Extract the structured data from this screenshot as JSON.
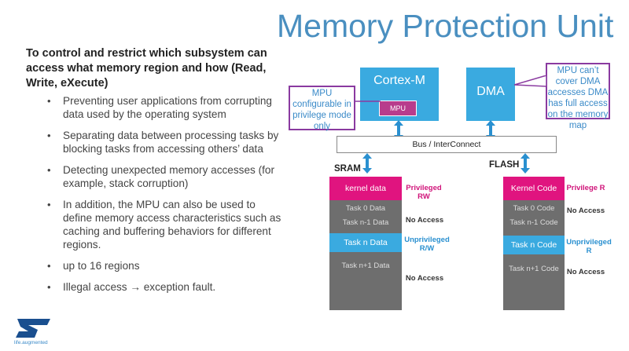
{
  "title": "Memory Protection Unit",
  "lead": "To control and restrict which subsystem can access what memory region and how (Read, Write, eXecute)",
  "bullets": [
    " Preventing user applications from corrupting data used by the operating system",
    "Separating data between processing tasks by blocking tasks from accessing others’ data",
    "Detecting unexpected memory accesses (for example, stack corruption)",
    "In addition, the MPU can also be used to define memory access characteristics such as caching and buffering behaviors for different regions.",
    "up to 16 regions",
    "Illegal access → exception fault."
  ],
  "diagram": {
    "cortex_label": "Cortex-M",
    "mpu_chip": "MPU",
    "dma_label": "DMA",
    "mpu_callout": "MPU configurable in privilege mode only",
    "dma_callout": "MPU can’t cover DMA accesses DMA has full access on the memory map",
    "bus_label": "Bus / InterConnect",
    "sram_label": "SRAM",
    "flash_label": "FLASH",
    "sram_cells": {
      "kernel": "kernel data",
      "task0": "Task 0 Data",
      "taskn1": "Task n-1 Data",
      "taskn": "Task n Data",
      "taskn_plus1": "Task n+1 Data"
    },
    "flash_cells": {
      "kernel": "Kernel Code",
      "task0": "Task 0 Code",
      "taskn1": "Task n-1 Code",
      "taskn": "Task n Code",
      "taskn_plus1": "Task n+1 Code"
    },
    "sram_access": {
      "privileged": "Privileged RW",
      "no_access_1": "No Access",
      "unprivileged": "Unprivileged R/W",
      "no_access_2": "No Access"
    },
    "flash_access": {
      "privileged": "Privilege R",
      "no_access_1": "No Access",
      "unprivileged": "Unprivileged R",
      "no_access_2": "No Access"
    },
    "colors": {
      "title": "#4a8fc0",
      "cortex_blue": "#3aaae0",
      "kernel_pink": "#e0147f",
      "column_gray": "#6e6e6e",
      "callout_border": "#8a3aa0"
    }
  },
  "logo": {
    "tagline": "life.augmented",
    "icon": "st-logo-icon"
  }
}
